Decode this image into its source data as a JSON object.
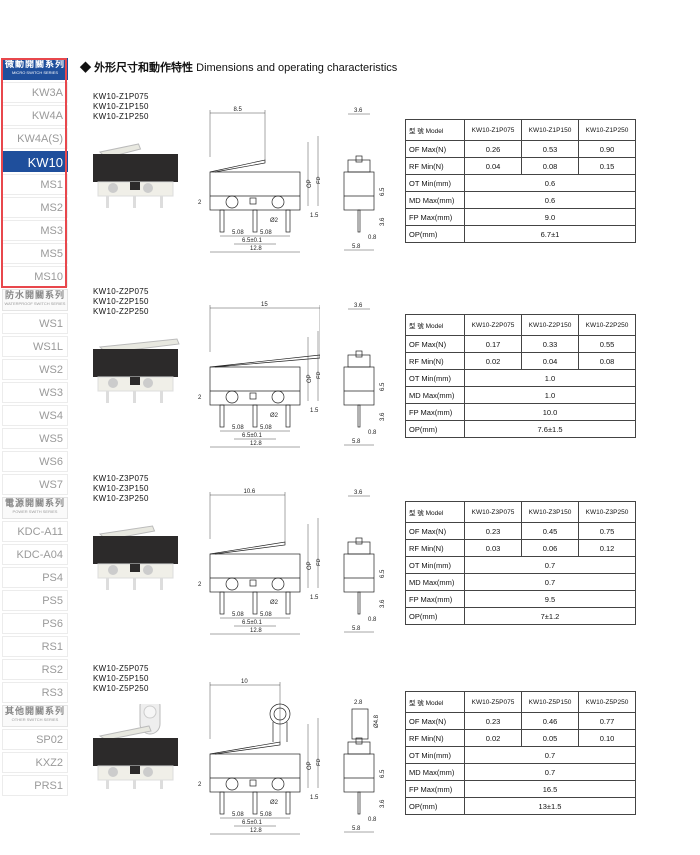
{
  "title": {
    "cn": "外形尺寸和動作特性",
    "en": "Dimensions and operating characteristics"
  },
  "sidebar": [
    {
      "type": "head",
      "cn": "微動開關系列",
      "en": "MICRO SWITCH SERIES",
      "active": true
    },
    {
      "type": "item",
      "label": "KW3A"
    },
    {
      "type": "item",
      "label": "KW4A"
    },
    {
      "type": "item",
      "label": "KW4A(S)"
    },
    {
      "type": "item",
      "label": "KW10",
      "active": true
    },
    {
      "type": "item",
      "label": "MS1"
    },
    {
      "type": "item",
      "label": "MS2"
    },
    {
      "type": "item",
      "label": "MS3"
    },
    {
      "type": "item",
      "label": "MS5"
    },
    {
      "type": "item",
      "label": "MS10"
    },
    {
      "type": "head",
      "cn": "防水開關系列",
      "en": "WATERPROOF SWITCH SERIES"
    },
    {
      "type": "item",
      "label": "WS1"
    },
    {
      "type": "item",
      "label": "WS1L"
    },
    {
      "type": "item",
      "label": "WS2"
    },
    {
      "type": "item",
      "label": "WS3"
    },
    {
      "type": "item",
      "label": "WS4"
    },
    {
      "type": "item",
      "label": "WS5"
    },
    {
      "type": "item",
      "label": "WS6"
    },
    {
      "type": "item",
      "label": "WS7"
    },
    {
      "type": "head",
      "cn": "電源開關系列",
      "en": "POWER SWITH SERIES"
    },
    {
      "type": "item",
      "label": "KDC-A11"
    },
    {
      "type": "item",
      "label": "KDC-A04"
    },
    {
      "type": "item",
      "label": "PS4"
    },
    {
      "type": "item",
      "label": "PS5"
    },
    {
      "type": "item",
      "label": "PS6"
    },
    {
      "type": "item",
      "label": "RS1"
    },
    {
      "type": "item",
      "label": "RS2"
    },
    {
      "type": "item",
      "label": "RS3"
    },
    {
      "type": "head",
      "cn": "其他開關系列",
      "en": "OTHER SWITCH SERIES"
    },
    {
      "type": "item",
      "label": "SP02"
    },
    {
      "type": "item",
      "label": "KXZ2"
    },
    {
      "type": "item",
      "label": "PRS1"
    }
  ],
  "table_header": "型 號 Model",
  "row_labels": [
    "OF Max(N)",
    "RF Min(N)",
    "OT Min(mm)",
    "MD Max(mm)",
    "FP Max(mm)",
    "OP(mm)"
  ],
  "sections": [
    {
      "models": [
        "KW10-Z1P075",
        "KW10-Z1P150",
        "KW10-Z1P250"
      ],
      "lever": "8.5",
      "of": [
        "0.26",
        "0.53",
        "0.90"
      ],
      "rf": [
        "0.04",
        "0.08",
        "0.15"
      ],
      "ot": "0.6",
      "md": "0.6",
      "fp": "9.0",
      "op": "6.7±1"
    },
    {
      "models": [
        "KW10-Z2P075",
        "KW10-Z2P150",
        "KW10-Z2P250"
      ],
      "lever": "15",
      "of": [
        "0.17",
        "0.33",
        "0.55"
      ],
      "rf": [
        "0.02",
        "0.04",
        "0.08"
      ],
      "ot": "1.0",
      "md": "1.0",
      "fp": "10.0",
      "op": "7.6±1.5"
    },
    {
      "models": [
        "KW10-Z3P075",
        "KW10-Z3P150",
        "KW10-Z3P250"
      ],
      "lever": "10.6",
      "of": [
        "0.23",
        "0.45",
        "0.75"
      ],
      "rf": [
        "0.03",
        "0.06",
        "0.12"
      ],
      "ot": "0.7",
      "md": "0.7",
      "fp": "9.5",
      "op": "7±1.2"
    },
    {
      "models": [
        "KW10-Z5P075",
        "KW10-Z5P150",
        "KW10-Z5P250"
      ],
      "lever": "10",
      "roller": {
        "width": "2.8",
        "dia": "Ø4.8"
      },
      "of": [
        "0.23",
        "0.46",
        "0.77"
      ],
      "rf": [
        "0.02",
        "0.05",
        "0.10"
      ],
      "ot": "0.7",
      "md": "0.7",
      "fp": "16.5",
      "op": "13±1.5"
    }
  ],
  "dims": {
    "op": "OP",
    "fp": "FP",
    "h2": "2",
    "d15": "1.5",
    "hole": "Ø2",
    "p1": "5.08",
    "p2": "5.08",
    "pitch": "6.5±0.1",
    "len": "12.8",
    "w": "3.6",
    "h": "6.5",
    "pin": "3.6",
    "pinw": "0.8",
    "depth": "5.8"
  }
}
